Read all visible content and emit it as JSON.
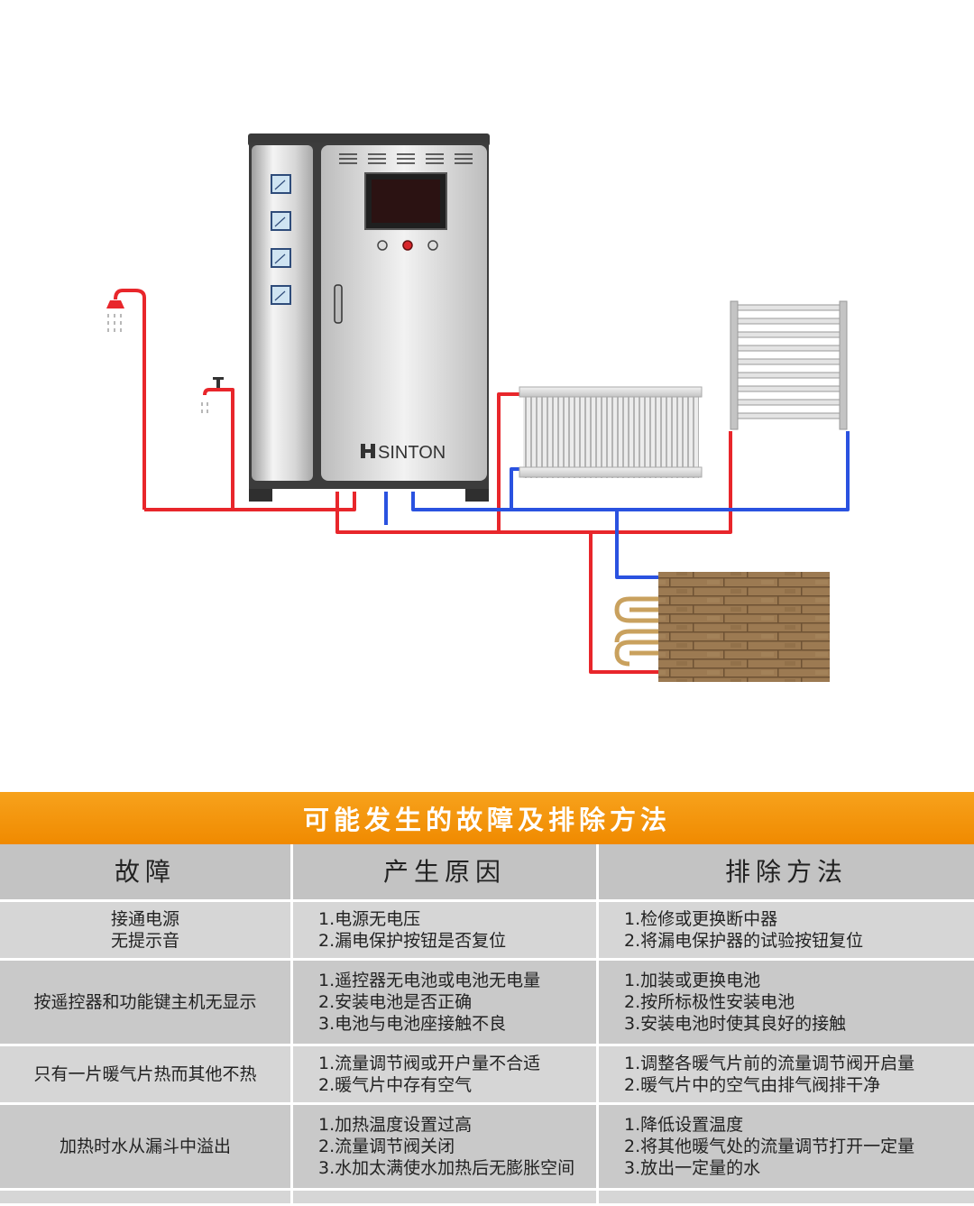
{
  "brand": "SINTON",
  "table": {
    "title": "可能发生的故障及排除方法",
    "headers": [
      "故障",
      "产生原因",
      "排除方法"
    ],
    "rows": [
      {
        "fault": [
          "接通电源",
          "无提示音"
        ],
        "causes": [
          "1.电源无电压",
          "2.漏电保护按钮是否复位"
        ],
        "solutions": [
          "1.检修或更换断中器",
          "2.将漏电保护器的试验按钮复位"
        ]
      },
      {
        "fault": [
          "按遥控器和功能键主机无显示"
        ],
        "causes": [
          "1.遥控器无电池或电池无电量",
          "2.安装电池是否正确",
          "3.电池与电池座接触不良"
        ],
        "solutions": [
          "1.加装或更换电池",
          "2.按所标极性安装电池",
          "3.安装电池时使其良好的接触"
        ]
      },
      {
        "fault": [
          "只有一片暖气片热而其他不热"
        ],
        "causes": [
          "1.流量调节阀或开户量不合适",
          "2.暖气片中存有空气"
        ],
        "solutions": [
          "1.调整各暖气片前的流量调节阀开启量",
          "2.暖气片中的空气由排气阀排干净"
        ]
      },
      {
        "fault": [
          "加热时水从漏斗中溢出"
        ],
        "causes": [
          "1.加热温度设置过高",
          "2.流量调节阀关闭",
          "3.水加太满使水加热后无膨胀空间"
        ],
        "solutions": [
          "1.降低设置温度",
          "2.将其他暖气处的流量调节打开一定量",
          "3.放出一定量的水"
        ]
      }
    ]
  },
  "colors": {
    "hot_pipe": "#e8262b",
    "cold_pipe": "#2a52e0",
    "banner": "#f39200",
    "cabinet": "#cfcfcf"
  }
}
